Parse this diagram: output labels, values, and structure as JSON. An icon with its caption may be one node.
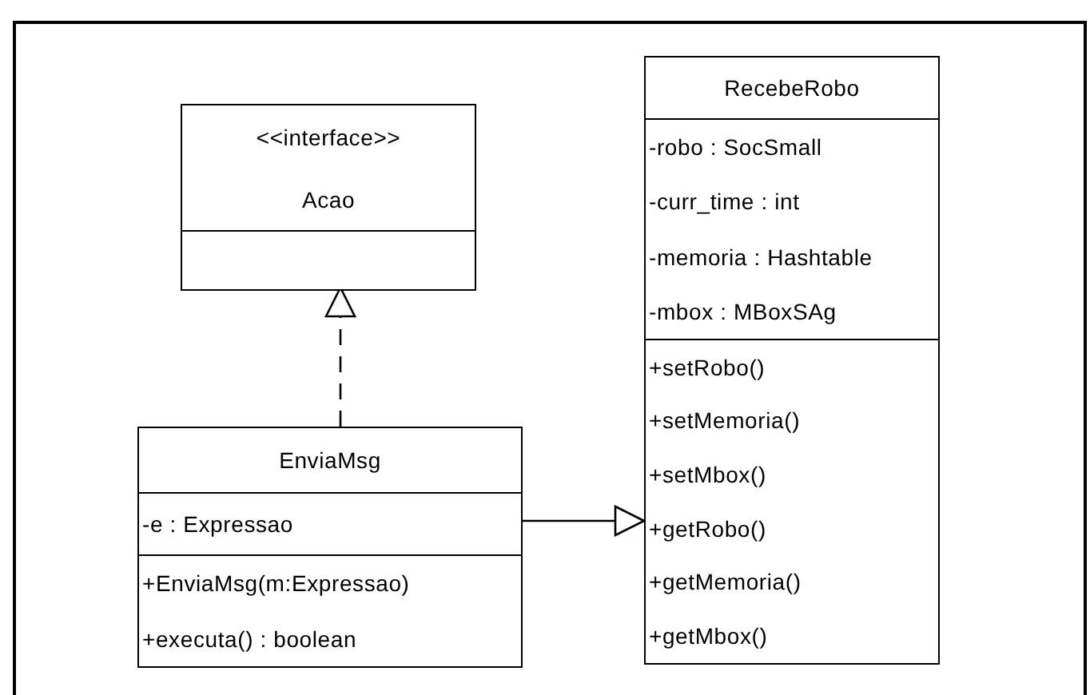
{
  "diagram": {
    "nodes": [
      {
        "text": [
          "<<interface>>",
          "Acao"
        ]
      },
      {
        "text": [
          "EnviaMsg",
          "-e : Expressao",
          "+EnviaMsg(m:Expressao)",
          "+executa() : boolean"
        ]
      },
      {
        "text": [
          "RecebeRobo",
          "-robo : SocSmall",
          "-curr_time : int",
          "-memoria : Hashtable",
          "-mbox : MBoxSAg",
          "+setRobo()",
          "+setMemoria()",
          "+setMbox()",
          "+getRobo()",
          "+getMemoria()",
          "+getMbox()"
        ]
      }
    ],
    "edges": [
      {
        "from": 1,
        "to": 0,
        "arrow": "to",
        "style": "dashed"
      },
      {
        "from": 1,
        "to": 2,
        "arrow": "to"
      }
    ]
  }
}
